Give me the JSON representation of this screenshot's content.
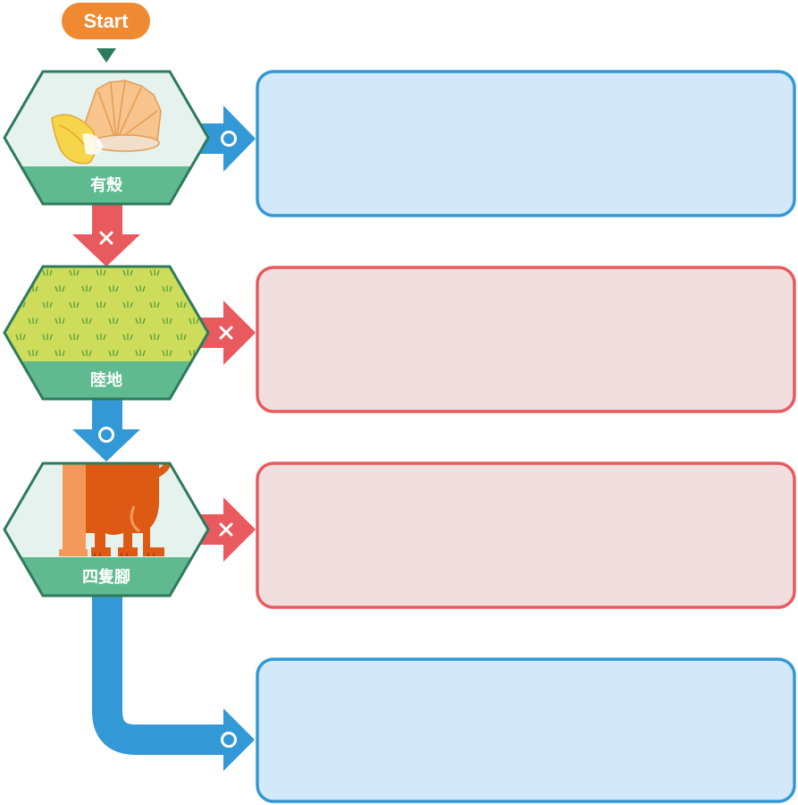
{
  "start": {
    "label": "Start"
  },
  "nodes": [
    {
      "label": "有殼",
      "picture": "shell-icon"
    },
    {
      "label": "陸地",
      "picture": "grass-icon"
    },
    {
      "label": "四隻腳",
      "picture": "dog-legs-icon"
    }
  ],
  "branches": {
    "yes_symbol": "○",
    "no_symbol": "×"
  },
  "answer_boxes": [
    {
      "outcome": "yes",
      "text": ""
    },
    {
      "outcome": "no",
      "text": ""
    },
    {
      "outcome": "no",
      "text": ""
    },
    {
      "outcome": "yes",
      "text": ""
    }
  ],
  "colors": {
    "start": "#ef8a33",
    "node_border": "#2e7a5c",
    "node_band": "#5fbb8f",
    "node_background": "#e5f2ee",
    "yes": "#3399d6",
    "yes_fill": "#d3e8f8",
    "no": "#e95a5e",
    "no_fill": "#f1dfe0",
    "grass": "#cddc5a"
  }
}
